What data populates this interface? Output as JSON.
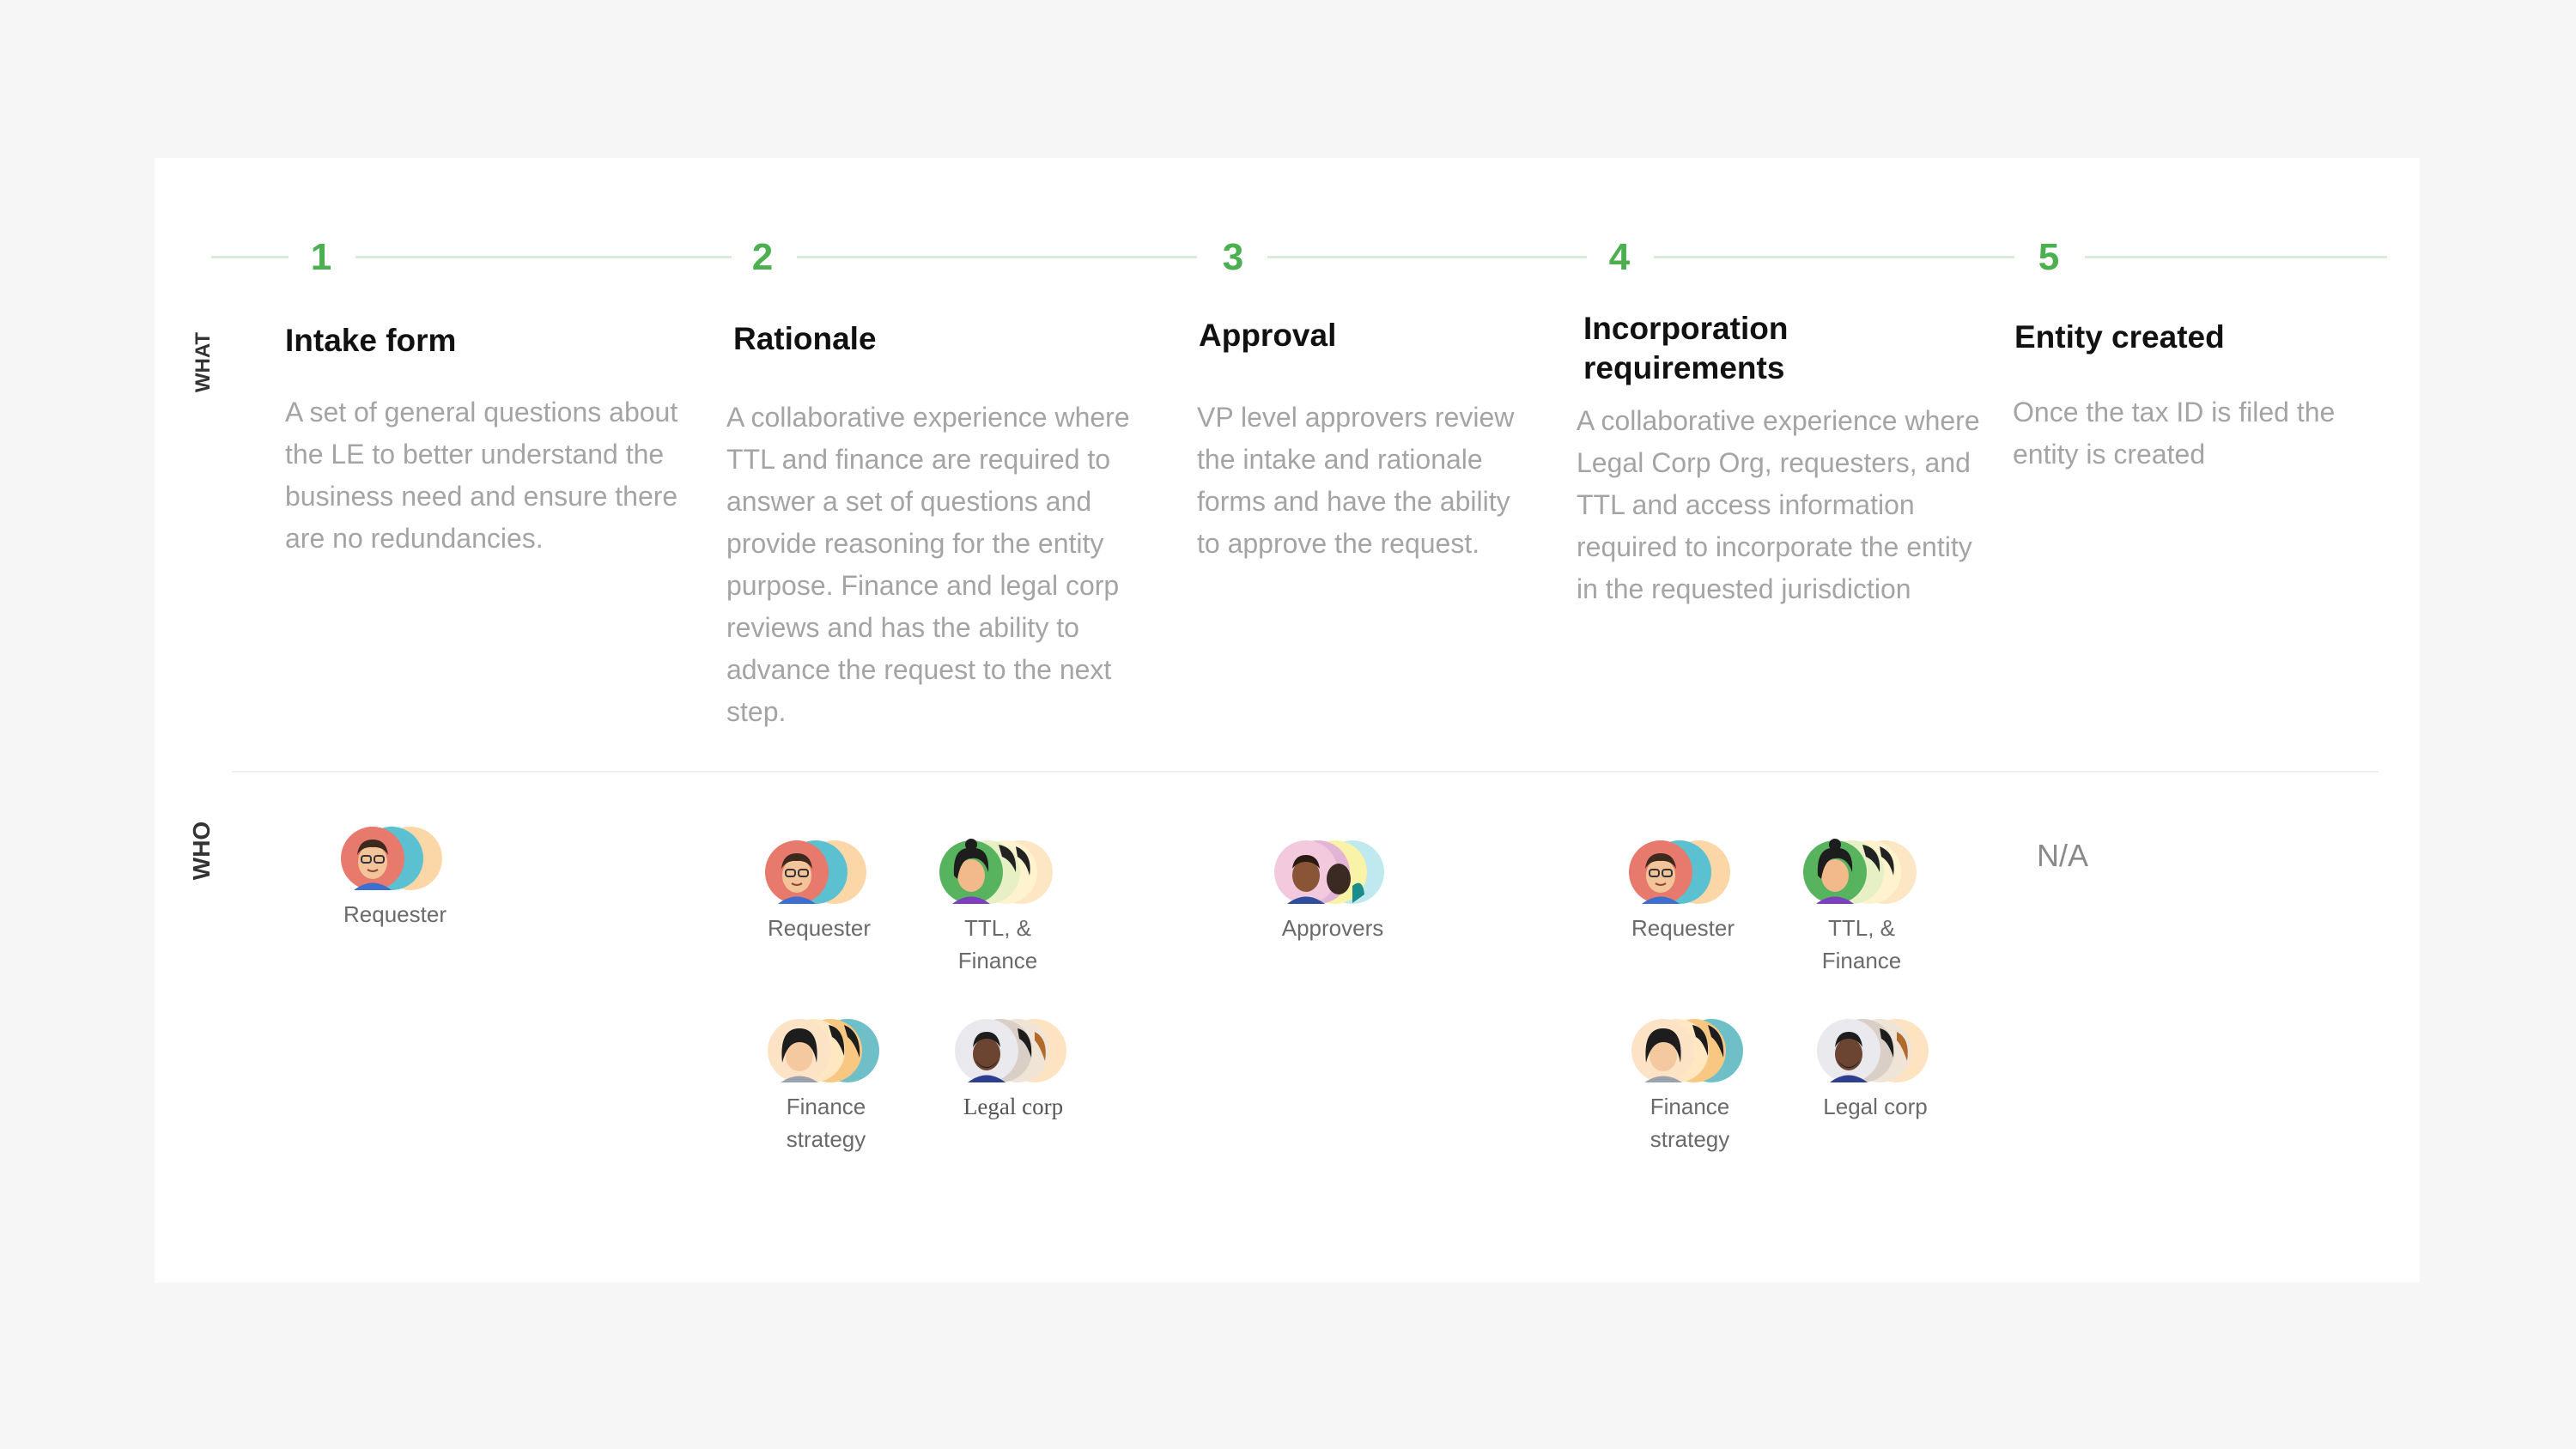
{
  "side_labels": {
    "what": "WHAT",
    "who": "WHO"
  },
  "steps": [
    {
      "number": "1",
      "title": "Intake form",
      "description": "A set of  general questions about the LE to better understand the business need and ensure there are no redundancies."
    },
    {
      "number": "2",
      "title": "Rationale",
      "description": "A collaborative experience where TTL and finance are required to answer a set of questions and provide reasoning for the entity purpose. Finance and legal corp reviews and has the ability to advance the request to the next step."
    },
    {
      "number": "3",
      "title": "Approval",
      "description": "VP level approvers review the intake and rationale forms and have the ability to approve the request."
    },
    {
      "number": "4",
      "title": "Incorporation requirements",
      "description": "A collaborative experience where  Legal Corp Org, requesters, and TTL and access information required to incorporate the entity in the requested jurisdiction"
    },
    {
      "number": "5",
      "title": "Entity created",
      "description": "Once the tax ID is filed the entity is created"
    }
  ],
  "personas": {
    "requester": "Requester",
    "ttl_finance": "TTL, & Finance",
    "approvers": "Approvers",
    "finance_strategy": "Finance strategy",
    "legal_corp": "Legal corp"
  },
  "step5_who": "N/A",
  "colors": {
    "accent": "#4caf50",
    "line": "#d8ecd8",
    "title": "#111111",
    "description": "#a4a4a4"
  },
  "icons": [
    "requester-avatar-group-icon",
    "ttl-finance-avatar-group-icon",
    "approvers-avatar-group-icon",
    "finance-strategy-avatar-group-icon",
    "legal-corp-avatar-group-icon"
  ]
}
